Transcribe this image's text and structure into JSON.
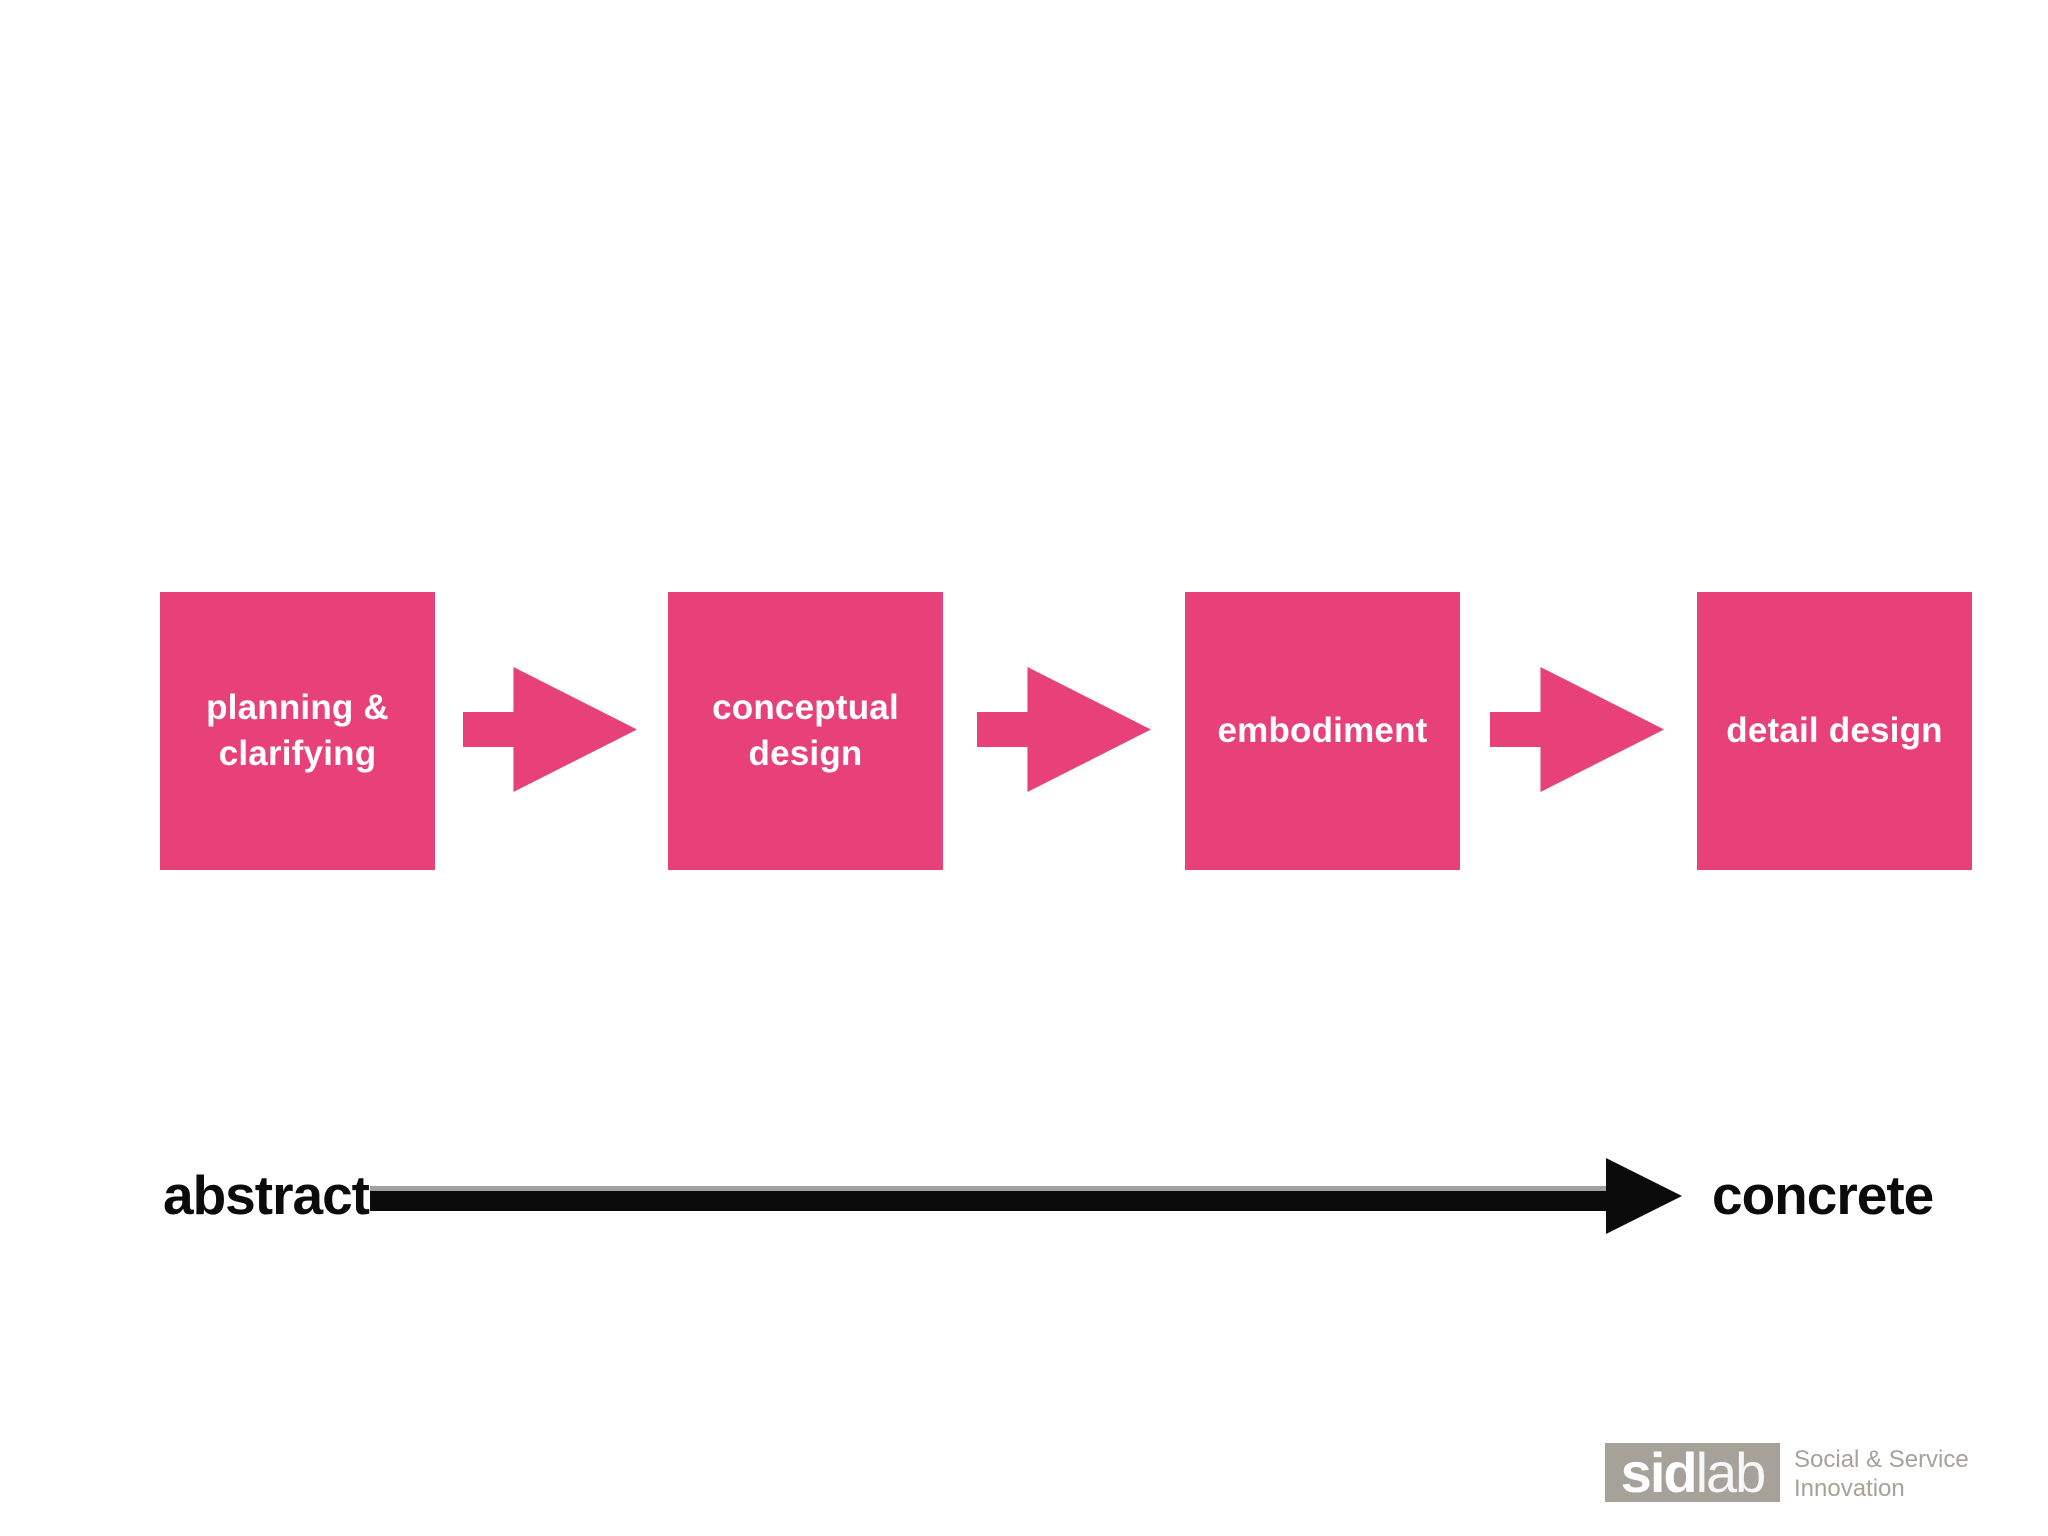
{
  "theme": {
    "accent": "#e8417a",
    "stage-text": "#ffffff",
    "axis-color": "#0b0b0b",
    "axis-shadow": "#a0a0a0",
    "logo-gray": "#a6a29a",
    "background": "#ffffff"
  },
  "process": {
    "stages": [
      {
        "label": "planning &\nclarifying"
      },
      {
        "label": "conceptual\ndesign"
      },
      {
        "label": "embodiment"
      },
      {
        "label": "detail design"
      }
    ]
  },
  "axis": {
    "left_label": "abstract",
    "right_label": "concrete"
  },
  "logo": {
    "mark_bold": "sid",
    "mark_light": "lab",
    "tagline_line1": "Social & Service",
    "tagline_line2": "Innovation"
  }
}
